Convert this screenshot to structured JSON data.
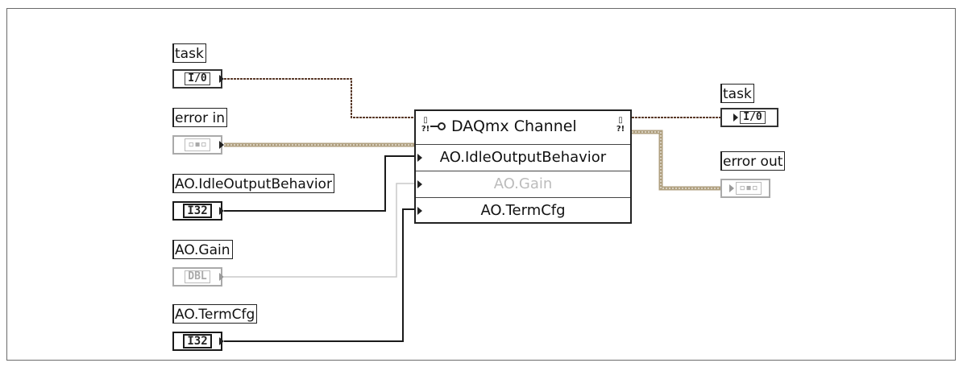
{
  "inputs": [
    {
      "label": "task",
      "terminal": "I/0"
    },
    {
      "label": "error in",
      "terminal": "▫▪▫"
    },
    {
      "label": "AO.IdleOutputBehavior",
      "terminal": "I32"
    },
    {
      "label": "AO.Gain",
      "terminal": "DBL"
    },
    {
      "label": "AO.TermCfg",
      "terminal": "I32"
    }
  ],
  "node": {
    "title": "DAQmx Channel",
    "properties": [
      "AO.IdleOutputBehavior",
      "AO.Gain",
      "AO.TermCfg"
    ]
  },
  "outputs": [
    {
      "label": "task",
      "terminal": "I/0"
    },
    {
      "label": "error out",
      "terminal": "▫▪▫"
    }
  ],
  "colors": {
    "wire_task": "#5a3a2a",
    "wire_error": "#a89878",
    "wire_i32": "#1a1a1a",
    "wire_dbl": "#c0c0c0"
  }
}
